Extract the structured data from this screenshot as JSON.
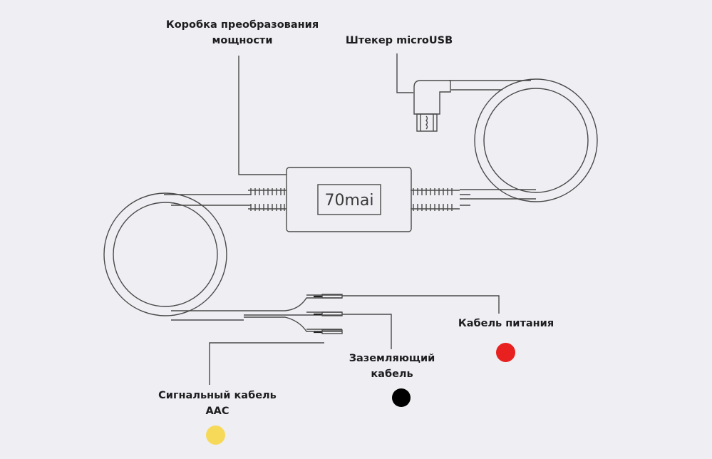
{
  "labels": {
    "power_box_line1": "Коробка преобразования",
    "power_box_line2": "мощности",
    "micro_usb": "Штекер microUSB",
    "power_cable": "Кабель питания",
    "ground_line1": "Заземляющий",
    "ground_line2": "кабель",
    "signal_line1": "Сигнальный кабель",
    "signal_line2": "ААС"
  },
  "box_logo": "70mai",
  "colors": {
    "power_cable": "#e8201f",
    "ground_cable": "#000000",
    "signal_cable": "#f7d95a",
    "stroke": "#4a4a4a"
  }
}
